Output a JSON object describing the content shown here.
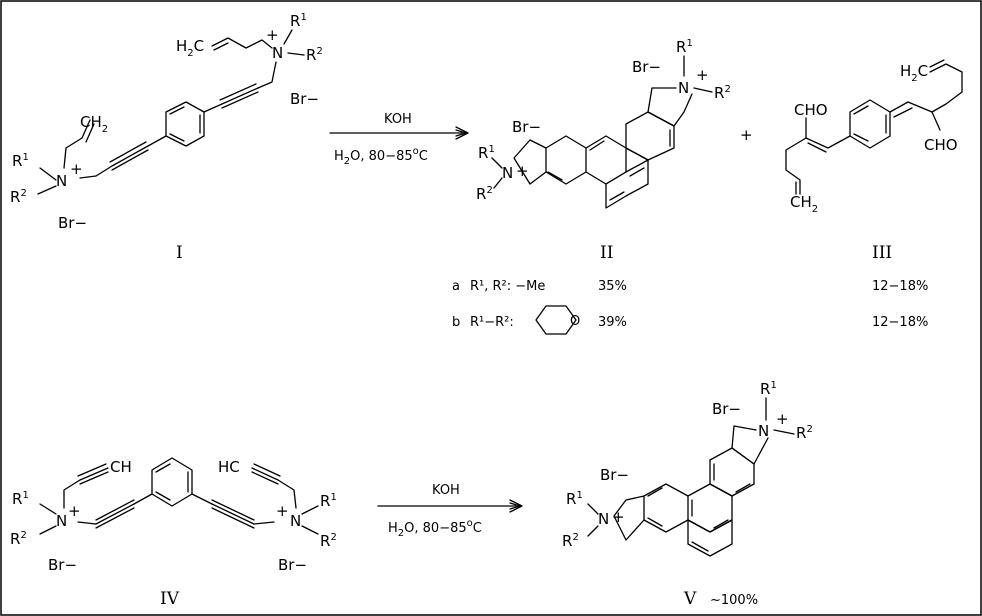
{
  "labels": {
    "compound_1": "I",
    "compound_2": "II",
    "compound_3": "III",
    "compound_4": "IV",
    "compound_5": "V"
  },
  "reaction_1": {
    "reagent": "KOH",
    "conditions_prefix": "H",
    "conditions_sub": "2",
    "conditions_mid": "O,  80−85",
    "conditions_deg": "o",
    "conditions_suffix": "C"
  },
  "reaction_2": {
    "reagent": "KOH",
    "conditions_prefix": "H",
    "conditions_sub": "2",
    "conditions_mid": "O,  80−85",
    "conditions_deg": "o",
    "conditions_suffix": "C"
  },
  "plus": "+",
  "yields": {
    "row_a_tag": "a",
    "row_a_subst": "R¹, R²: −Me",
    "row_a_ii": "35%",
    "row_a_iii": "12−18%",
    "row_b_tag": "b",
    "row_b_subst": "R¹−R²:",
    "row_b_ring_atom": "O",
    "row_b_ii": "39%",
    "row_b_iii": "12−18%",
    "v_yield": "~100%"
  },
  "atoms": {
    "r": "R",
    "one": "1",
    "two": "2",
    "n": "N",
    "plus": "+",
    "br": "Br−",
    "cho": "CHO",
    "h2c": "H",
    "hc": "HC",
    "ch": "CH",
    "ch2": "CH",
    "c2": "C"
  }
}
